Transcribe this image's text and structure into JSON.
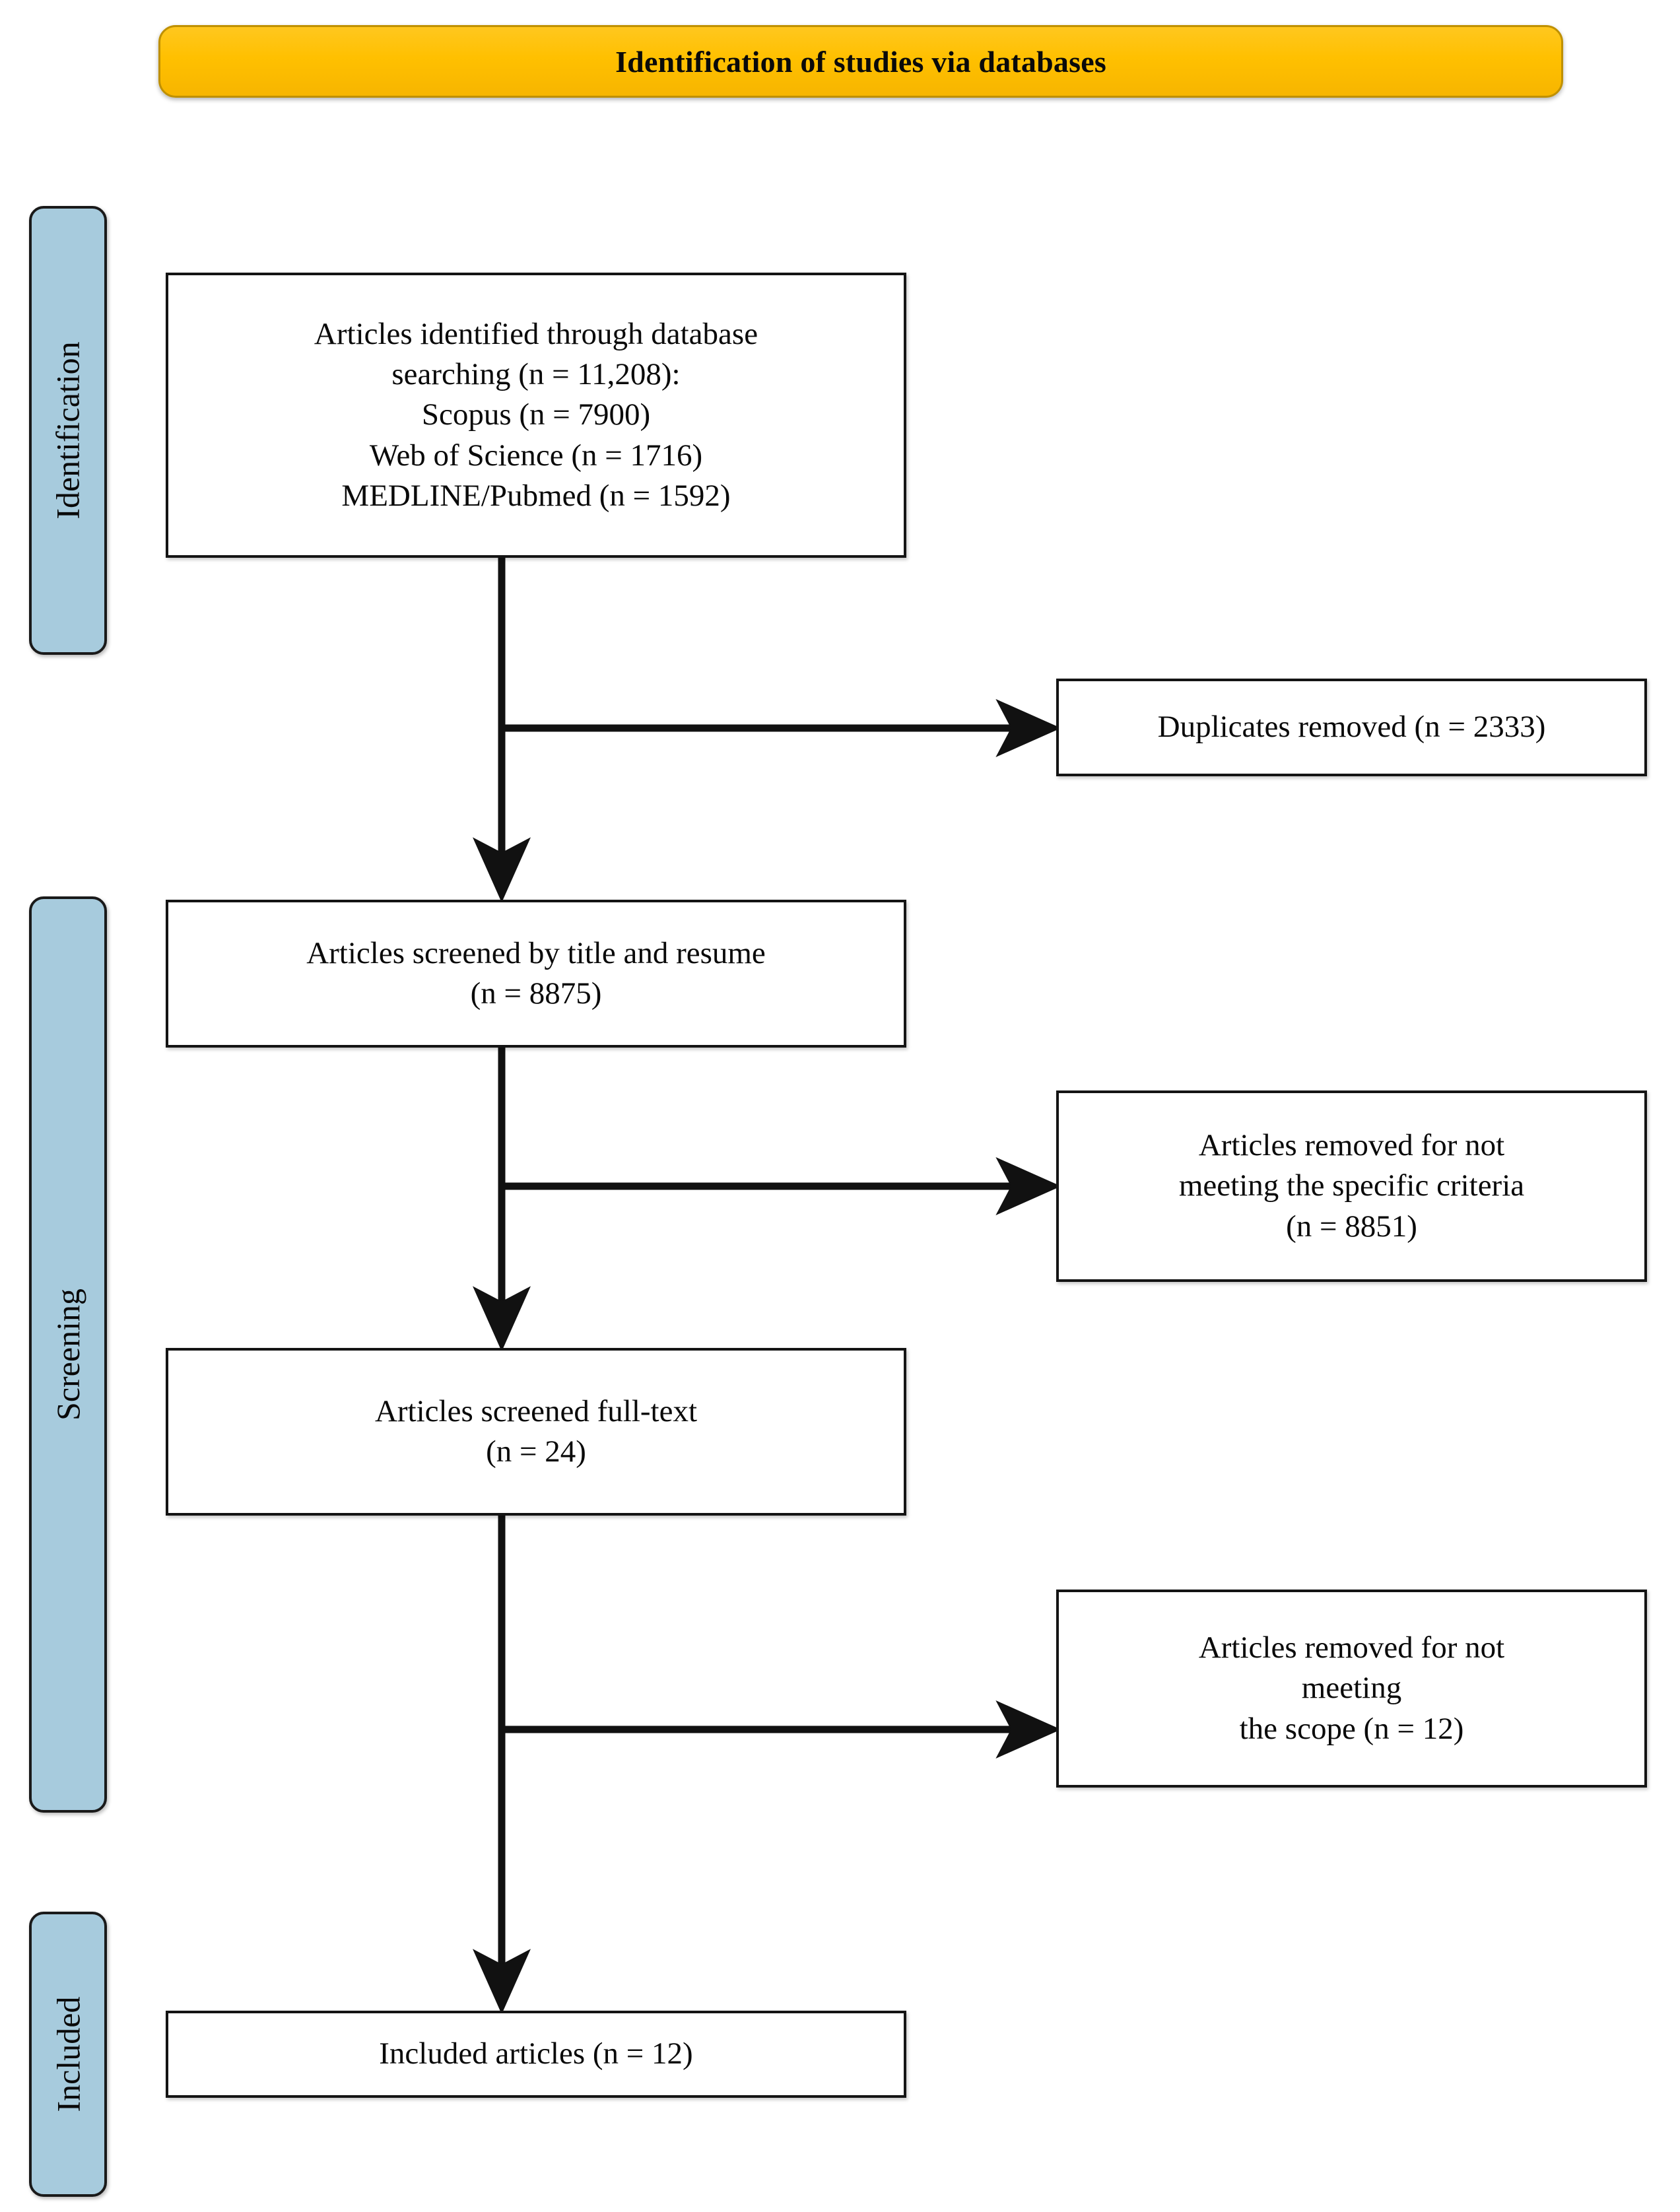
{
  "header": {
    "title": "Identification of studies via databases",
    "accent_color": "#FFC000",
    "border_color": "#BF9000"
  },
  "stages": {
    "band_color": "#A7CBDD",
    "items": [
      {
        "label": "Identification"
      },
      {
        "label": "Screening"
      },
      {
        "label": "Included"
      }
    ]
  },
  "flow": {
    "identified": {
      "lines": [
        "Articles identified through database",
        "searching (n = 11,208):",
        "Scopus (n = 7900)",
        "Web of Science (n = 1716)",
        "MEDLINE/Pubmed (n = 1592)"
      ]
    },
    "duplicates_removed": {
      "lines": [
        "Duplicates removed (n = 2333)"
      ]
    },
    "screened_title_resume": {
      "lines": [
        "Articles screened by title and resume",
        "(n = 8875)"
      ]
    },
    "removed_criteria": {
      "lines": [
        "Articles removed for not",
        "meeting the specific criteria",
        "(n = 8851)"
      ]
    },
    "screened_fulltext": {
      "lines": [
        "Articles screened full-text",
        "(n = 24)"
      ]
    },
    "removed_scope": {
      "lines": [
        "Articles removed for not",
        "meeting",
        "the scope (n = 12)"
      ]
    },
    "included_articles": {
      "lines": [
        "Included articles (n = 12)"
      ]
    }
  },
  "chart_data": {
    "type": "diagram",
    "title": "Identification of studies via databases",
    "diagram_kind": "PRISMA flow diagram",
    "nodes": [
      {
        "id": "identified",
        "stage": "Identification",
        "label": "Articles identified through database searching (n = 11,208): Scopus (n = 7900) Web of Science (n = 1716) MEDLINE/Pubmed (n = 1592)",
        "n": 11208
      },
      {
        "id": "duplicates",
        "stage": "Identification",
        "label": "Duplicates removed (n = 2333)",
        "n": 2333,
        "kind": "exclusion"
      },
      {
        "id": "screened_tr",
        "stage": "Screening",
        "label": "Articles screened by title and resume (n = 8875)",
        "n": 8875
      },
      {
        "id": "excl_crit",
        "stage": "Screening",
        "label": "Articles removed for not meeting the specific criteria (n = 8851)",
        "n": 8851,
        "kind": "exclusion"
      },
      {
        "id": "screened_ft",
        "stage": "Screening",
        "label": "Articles screened full-text (n = 24)",
        "n": 24
      },
      {
        "id": "excl_scope",
        "stage": "Screening",
        "label": "Articles removed for not meeting the scope (n = 12)",
        "n": 12,
        "kind": "exclusion"
      },
      {
        "id": "included",
        "stage": "Included",
        "label": "Included articles (n = 12)",
        "n": 12
      }
    ],
    "edges": [
      {
        "from": "identified",
        "to": "duplicates",
        "direction": "right"
      },
      {
        "from": "identified",
        "to": "screened_tr",
        "direction": "down"
      },
      {
        "from": "screened_tr",
        "to": "excl_crit",
        "direction": "right"
      },
      {
        "from": "screened_tr",
        "to": "screened_ft",
        "direction": "down"
      },
      {
        "from": "screened_ft",
        "to": "excl_scope",
        "direction": "right"
      },
      {
        "from": "screened_ft",
        "to": "included",
        "direction": "down"
      }
    ],
    "sub_counts": {
      "Scopus": 7900,
      "Web of Science": 1716,
      "MEDLINE/Pubmed": 1592
    }
  }
}
